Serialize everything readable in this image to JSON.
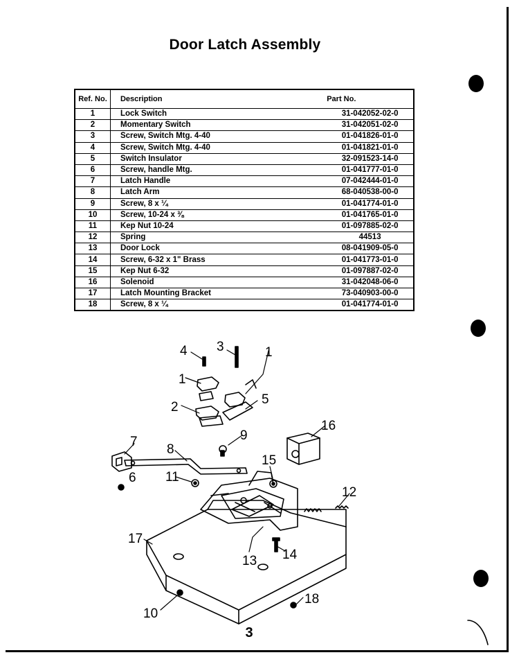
{
  "document": {
    "title": "Door Latch Assembly",
    "page_number": "3"
  },
  "table": {
    "headers": {
      "ref": "Ref. No.",
      "description": "Description",
      "part_no": "Part No."
    },
    "rows": [
      {
        "ref": "1",
        "description": "Lock Switch",
        "part_no": "31-042052-02-0"
      },
      {
        "ref": "2",
        "description": "Momentary Switch",
        "part_no": "31-042051-02-0"
      },
      {
        "ref": "3",
        "description": "Screw, Switch Mtg. 4-40",
        "part_no": "01-041826-01-0"
      },
      {
        "ref": "4",
        "description": "Screw, Switch Mtg. 4-40",
        "part_no": "01-041821-01-0"
      },
      {
        "ref": "5",
        "description": "Switch Insulator",
        "part_no": "32-091523-14-0"
      },
      {
        "ref": "6",
        "description": "Screw, handle Mtg.",
        "part_no": "01-041777-01-0"
      },
      {
        "ref": "7",
        "description": "Latch Handle",
        "part_no": "07-042444-01-0"
      },
      {
        "ref": "8",
        "description": "Latch Arm",
        "part_no": "68-040538-00-0"
      },
      {
        "ref": "9",
        "description": "Screw, 8 x ¼",
        "part_no": "01-041774-01-0"
      },
      {
        "ref": "10",
        "description": "Screw, 10-24 x ⅜",
        "part_no": "01-041765-01-0"
      },
      {
        "ref": "11",
        "description": "Kep Nut 10-24",
        "part_no": "01-097885-02-0"
      },
      {
        "ref": "12",
        "description": "Spring",
        "part_no": "44513"
      },
      {
        "ref": "13",
        "description": "Door Lock",
        "part_no": "08-041909-05-0"
      },
      {
        "ref": "14",
        "description": "Screw, 6-32 x 1\" Brass",
        "part_no": "01-041773-01-0"
      },
      {
        "ref": "15",
        "description": "Kep Nut 6-32",
        "part_no": "01-097887-02-0"
      },
      {
        "ref": "16",
        "description": "Solenoid",
        "part_no": "31-042048-06-0"
      },
      {
        "ref": "17",
        "description": "Latch Mounting Bracket",
        "part_no": "73-040903-00-0"
      },
      {
        "ref": "18",
        "description": "Screw, 8 x ¼",
        "part_no": "01-041774-01-0"
      }
    ]
  },
  "diagram": {
    "callouts": [
      "1",
      "1",
      "2",
      "3",
      "4",
      "5",
      "6",
      "7",
      "8",
      "9",
      "10",
      "11",
      "12",
      "13",
      "14",
      "15",
      "16",
      "17",
      "18"
    ]
  },
  "colors": {
    "ink": "#000000",
    "paper": "#ffffff"
  }
}
